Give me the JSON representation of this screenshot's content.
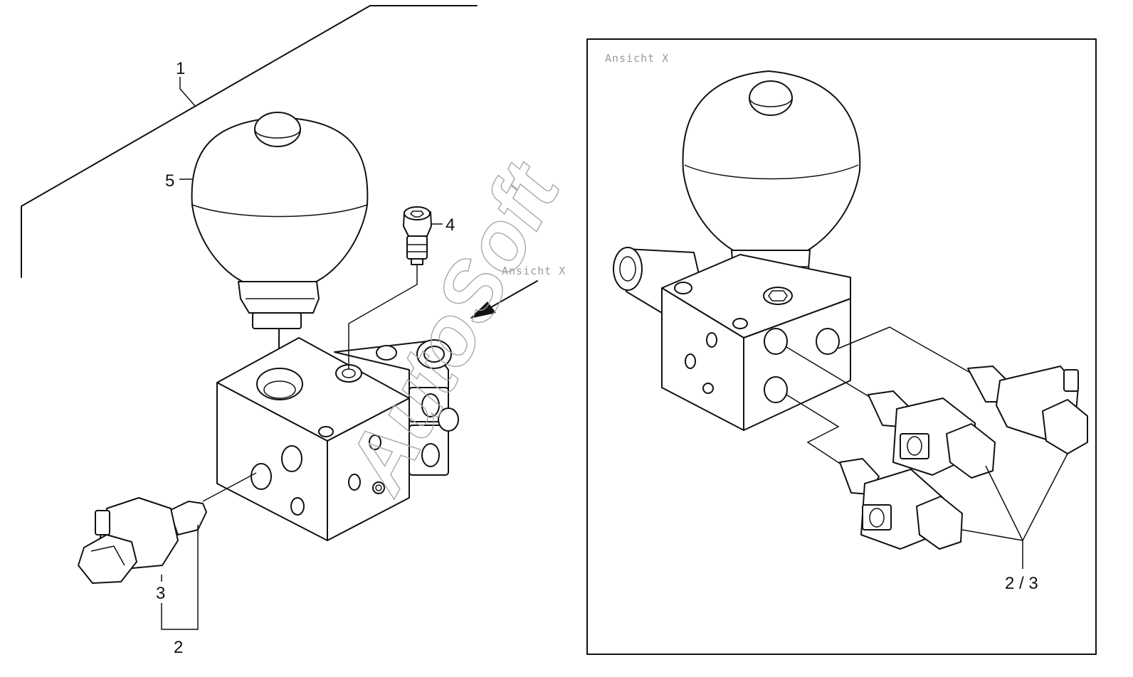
{
  "watermark": "AutoSoft",
  "view_arrow_label": "Ansicht X",
  "inset": {
    "label": "Ansicht X",
    "callout": "2 / 3"
  },
  "callouts": {
    "c1": "1",
    "c2": "2",
    "c3": "3",
    "c4": "4",
    "c5": "5"
  },
  "parts": [
    {
      "id": "1",
      "name": "assembly-bracket"
    },
    {
      "id": "2",
      "name": "pressure-sensor"
    },
    {
      "id": "3",
      "name": "sensor-connector-cap"
    },
    {
      "id": "4",
      "name": "check-valve-cartridge"
    },
    {
      "id": "5",
      "name": "hydraulic-accumulator"
    }
  ],
  "colors": {
    "line": "#111111",
    "watermark": "#a8a8a8",
    "label": "#9a9a9a"
  }
}
